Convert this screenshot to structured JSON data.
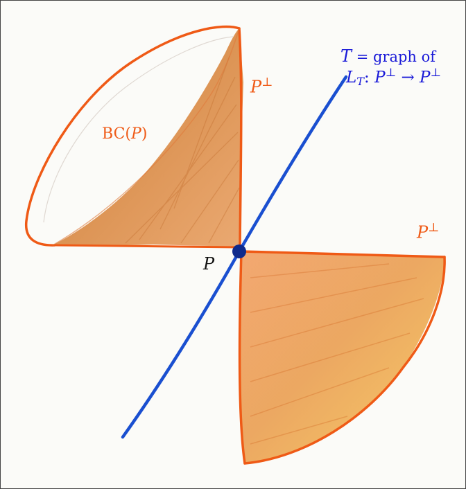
{
  "labels": {
    "bc": {
      "prefix": "BC(",
      "var": "P",
      "suffix": ")"
    },
    "p_perp_upper": {
      "base": "P",
      "sup": "⊥"
    },
    "p_perp_lower": {
      "base": "P",
      "sup": "⊥"
    },
    "point": "P",
    "t_line1": {
      "var": "T",
      "text": " = graph of"
    },
    "t_line2": {
      "base": "L",
      "sub": "T",
      "colon": ":",
      "dom_base": "P",
      "dom_sup": "⊥",
      "arrow": " → ",
      "cod_base": "P",
      "cod_sup": "⊥"
    }
  },
  "colors": {
    "cone_outline": "#ef5a16",
    "cone_fill": "#e8914a",
    "line": "#1a4fd0",
    "point": "#0f2a8c",
    "label_orange": "#ef5a16",
    "label_blue": "#1a1ad8"
  }
}
